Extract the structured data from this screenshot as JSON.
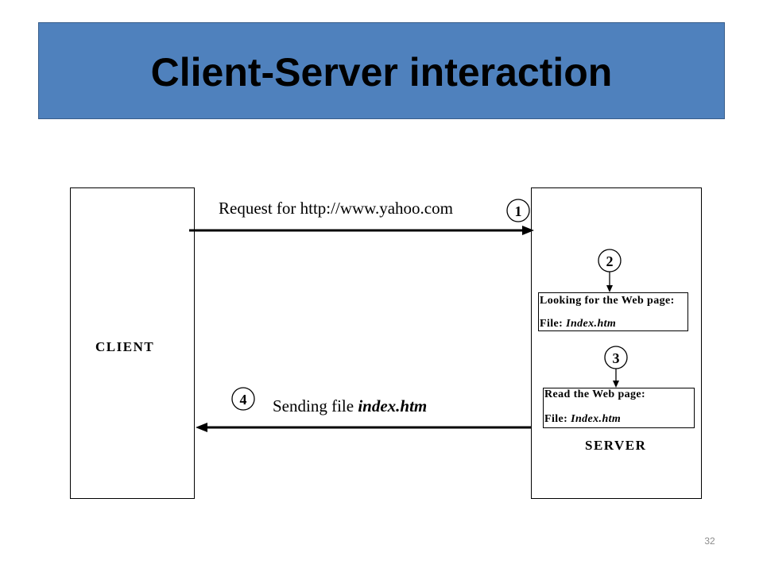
{
  "slide": {
    "title": "Client-Server interaction",
    "page_number": "32"
  },
  "diagram": {
    "client_label": "CLIENT",
    "server_label": "SERVER",
    "step1": {
      "number": "1",
      "label": "Request for http://www.yahoo.com"
    },
    "step2": {
      "number": "2",
      "line1": "Looking for the Web page:",
      "line2_prefix": "File: ",
      "line2_file": "Index.htm"
    },
    "step3": {
      "number": "3",
      "line1": "Read the Web page:",
      "line2_prefix": "File: ",
      "line2_file": "Index.htm"
    },
    "step4": {
      "number": "4",
      "label_prefix": "Sending file ",
      "label_file": "index.htm"
    }
  },
  "colors": {
    "title_banner": "#4f81bd",
    "title_banner_border": "#385d8a",
    "diagram_stroke": "#000000",
    "page_number": "#8c8c8c"
  }
}
